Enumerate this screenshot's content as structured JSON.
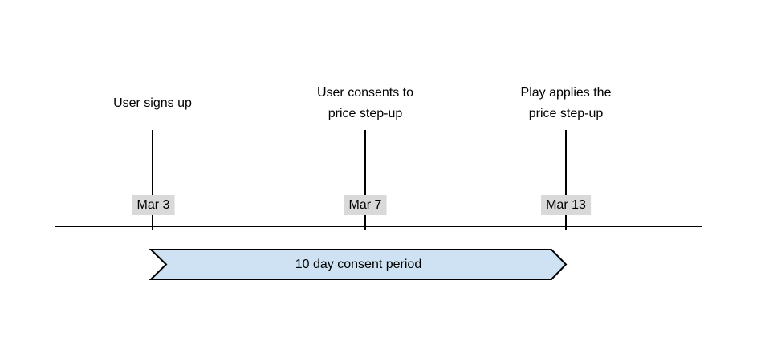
{
  "diagram": {
    "type": "timeline",
    "events": [
      {
        "label_lines": [
          "User signs up"
        ],
        "date": "Mar 3"
      },
      {
        "label_lines": [
          "User consents to",
          "price step-up"
        ],
        "date": "Mar 7"
      },
      {
        "label_lines": [
          "Play applies the",
          "price step-up"
        ],
        "date": "Mar 13"
      }
    ],
    "consent_period": {
      "label": "10 day consent period"
    },
    "colors": {
      "background": "#ffffff",
      "text": "#000000",
      "line": "#000000",
      "date_label_bg": "#d9d9d9",
      "period_fill": "#cfe2f3",
      "period_border": "#000000"
    }
  }
}
